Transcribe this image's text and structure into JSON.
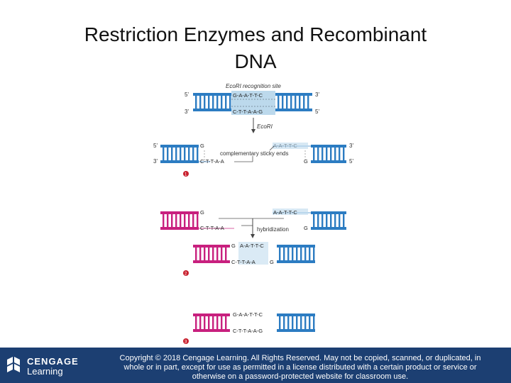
{
  "slide": {
    "title_line1": "Restriction Enzymes and Recombinant",
    "title_line2": "DNA"
  },
  "diagram": {
    "recognition_site_label": "EcoRI recognition site",
    "enzyme_label": "EcoRI",
    "sticky_ends_label": "complementary sticky ends",
    "hybridization_label": "hybridization",
    "end_5": "5'",
    "end_3": "3'",
    "top_site_seq": "G-A-A-T-T-C",
    "bottom_site_seq": "C-T-T-A-A-G",
    "nt_g": "G",
    "nt_c": "C",
    "overhang_aattc": "A-A-T-T-C",
    "overhang_cttaa": "C-T-T-A-A",
    "step1": "1",
    "step2": "2",
    "step3": "3",
    "colors": {
      "blue": "#2c7cc2",
      "magenta": "#c8207e",
      "site": "#bcd9ec"
    }
  },
  "footer": {
    "logo_word1": "CENGAGE",
    "logo_word2": "Learning",
    "copyright_line1": "Copyright © 2018 Cengage Learning. All Rights Reserved. May not be copied, scanned, or duplicated, in",
    "copyright_line2": "whole or in part, except for use as permitted in a license distributed with a certain product or service or",
    "copyright_line3": "otherwise on a password-protected website for classroom use."
  }
}
